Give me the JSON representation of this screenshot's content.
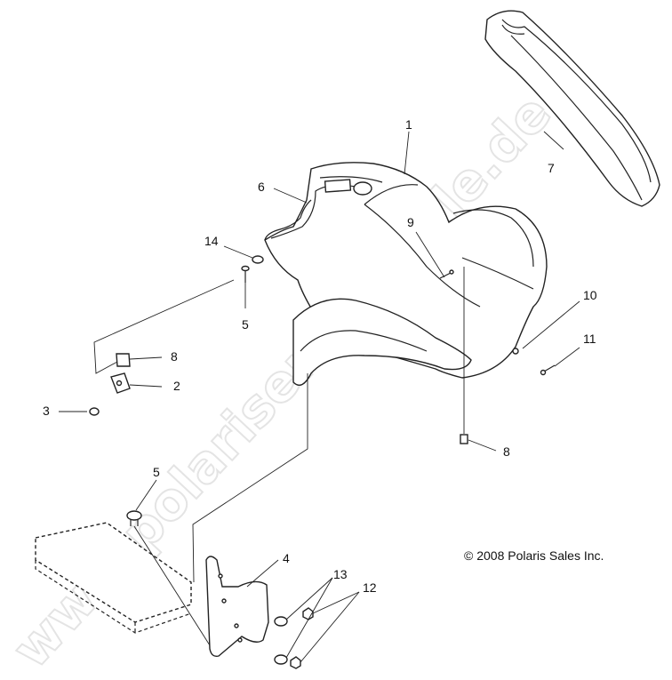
{
  "watermark": "www.polarisersatzteile.de",
  "copyright": "© 2008 Polaris Sales Inc.",
  "callouts": [
    {
      "id": "c1",
      "label": "1"
    },
    {
      "id": "c2",
      "label": "2"
    },
    {
      "id": "c3",
      "label": "3"
    },
    {
      "id": "c4",
      "label": "4"
    },
    {
      "id": "c5a",
      "label": "5"
    },
    {
      "id": "c5b",
      "label": "5"
    },
    {
      "id": "c6",
      "label": "6"
    },
    {
      "id": "c7",
      "label": "7"
    },
    {
      "id": "c8a",
      "label": "8"
    },
    {
      "id": "c8b",
      "label": "8"
    },
    {
      "id": "c9",
      "label": "9"
    },
    {
      "id": "c10",
      "label": "10"
    },
    {
      "id": "c11",
      "label": "11"
    },
    {
      "id": "c12",
      "label": "12"
    },
    {
      "id": "c13",
      "label": "13"
    },
    {
      "id": "c14",
      "label": "14"
    }
  ]
}
